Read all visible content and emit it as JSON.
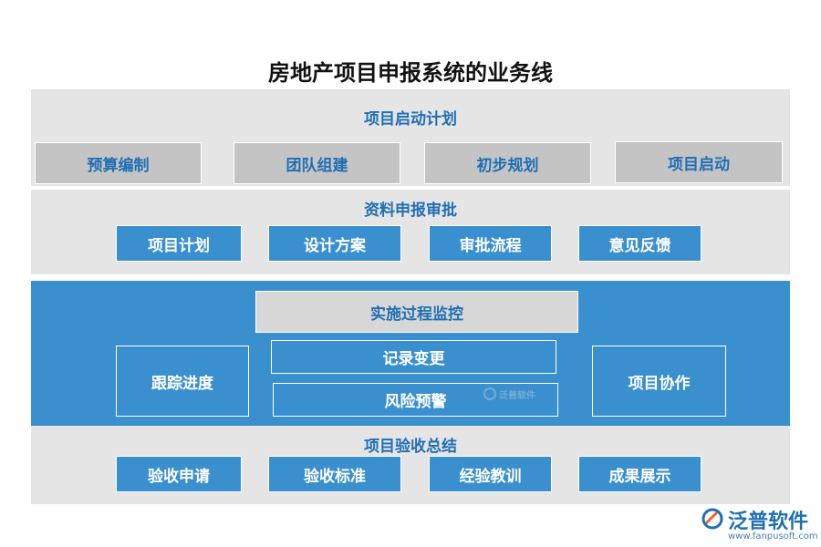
{
  "title": "房地产项目申报系统的业务线",
  "sections": {
    "start": {
      "label": "项目启动计划",
      "items": [
        "预算编制",
        "团队组建",
        "初步规划",
        "项目启动"
      ]
    },
    "approval": {
      "label": "资料申报审批",
      "items": [
        "项目计划",
        "设计方案",
        "审批流程",
        "意见反馈"
      ]
    },
    "monitor": {
      "label": "实施过程监控",
      "left": "跟踪进度",
      "center": [
        "记录变更",
        "风险预警"
      ],
      "right": "项目协作"
    },
    "acceptance": {
      "label": "项目验收总结",
      "items": [
        "验收申请",
        "验收标准",
        "经验教训",
        "成果展示"
      ]
    }
  },
  "watermark": {
    "center_text": "泛普软件",
    "logo_text": "泛普软件",
    "logo_url": "www.fanpusoft.com"
  },
  "colors": {
    "blue": "#3a8fce",
    "gray_band": "#e5e5e5",
    "gray_box": "#c4c4c4",
    "label_blue": "#1f6fb5"
  }
}
